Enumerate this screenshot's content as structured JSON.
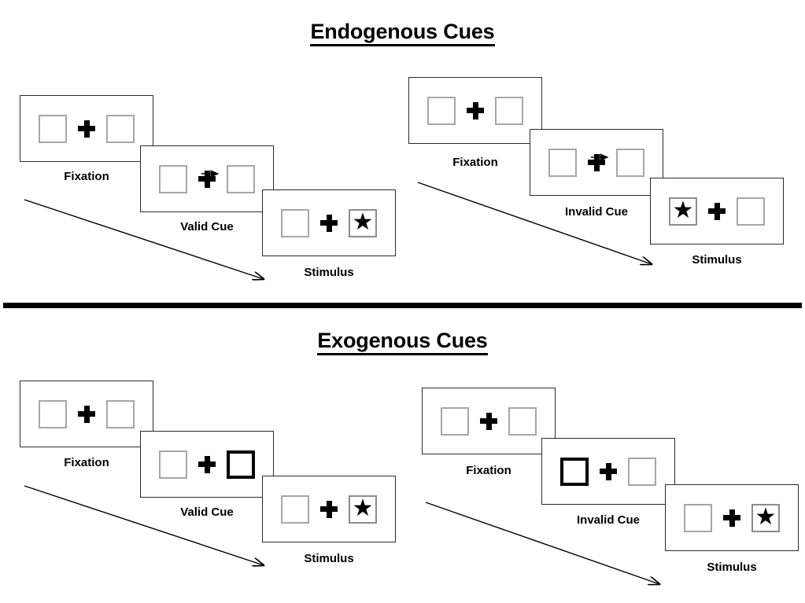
{
  "figure": {
    "sections": [
      {
        "id": "endogenous",
        "title": "Endogenous Cues",
        "sequences": [
          {
            "id": "endogenous-valid",
            "panels": [
              {
                "caption": "Fixation",
                "cue_type": "none",
                "arrow_direction": "",
                "highlighted_box": "",
                "star_box": ""
              },
              {
                "caption": "Valid Cue",
                "cue_type": "arrow",
                "arrow_direction": "right",
                "highlighted_box": "",
                "star_box": ""
              },
              {
                "caption": "Stimulus",
                "cue_type": "none",
                "arrow_direction": "",
                "highlighted_box": "",
                "star_box": "right"
              }
            ]
          },
          {
            "id": "endogenous-invalid",
            "panels": [
              {
                "caption": "Fixation",
                "cue_type": "none",
                "arrow_direction": "",
                "highlighted_box": "",
                "star_box": ""
              },
              {
                "caption": "Invalid Cue",
                "cue_type": "arrow",
                "arrow_direction": "right",
                "highlighted_box": "",
                "star_box": ""
              },
              {
                "caption": "Stimulus",
                "cue_type": "none",
                "arrow_direction": "",
                "highlighted_box": "",
                "star_box": "left"
              }
            ]
          }
        ]
      },
      {
        "id": "exogenous",
        "title": "Exogenous Cues",
        "sequences": [
          {
            "id": "exogenous-valid",
            "panels": [
              {
                "caption": "Fixation",
                "cue_type": "none",
                "arrow_direction": "",
                "highlighted_box": "",
                "star_box": ""
              },
              {
                "caption": "Valid Cue",
                "cue_type": "highlight",
                "arrow_direction": "",
                "highlighted_box": "right",
                "star_box": ""
              },
              {
                "caption": "Stimulus",
                "cue_type": "none",
                "arrow_direction": "",
                "highlighted_box": "",
                "star_box": "right"
              }
            ]
          },
          {
            "id": "exogenous-invalid",
            "panels": [
              {
                "caption": "Fixation",
                "cue_type": "none",
                "arrow_direction": "",
                "highlighted_box": "",
                "star_box": ""
              },
              {
                "caption": "Invalid Cue",
                "cue_type": "highlight",
                "arrow_direction": "",
                "highlighted_box": "left",
                "star_box": ""
              },
              {
                "caption": "Stimulus",
                "cue_type": "none",
                "arrow_direction": "",
                "highlighted_box": "",
                "star_box": "right"
              }
            ]
          }
        ]
      }
    ],
    "glyphs": {
      "star": "★",
      "fixation_cross": "+"
    },
    "colors": {
      "ink": "#000000",
      "frame_border": "#2b2b2b",
      "box_border": "#a6a6a6",
      "cue_border": "#000000",
      "background": "#ffffff"
    }
  }
}
